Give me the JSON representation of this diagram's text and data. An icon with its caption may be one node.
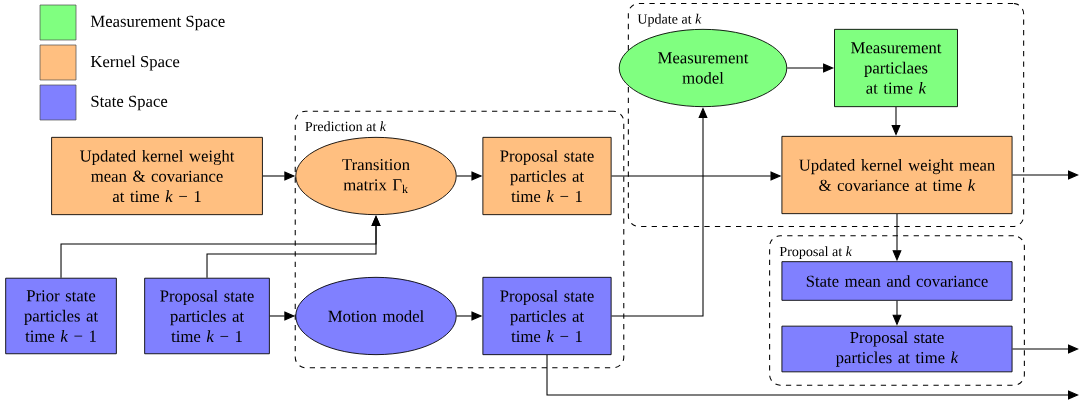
{
  "diagram": {
    "nodes": [
      {
        "text": [
          "Update at *k*"
        ]
      },
      {
        "text": [
          "Measurement model"
        ],
        "in": 0
      },
      {
        "text": [
          "Measurement particlaes at time *k*"
        ],
        "in": 0
      },
      {
        "text": [
          "Prediction at *k*"
        ]
      },
      {
        "text": [
          "Updated kernel weight mean & covariance at time *k* − 1"
        ]
      },
      {
        "text": [
          "Transition matrix Γ$_{k}$"
        ],
        "in": 3
      },
      {
        "text": [
          "Proposal state particles at time *k* − 1"
        ],
        "in": 3
      },
      {
        "text": [
          "Updated kernel weight mean & covariance at time *k*"
        ],
        "in": 0
      },
      {
        "text": [
          "Proposal at *k*"
        ]
      },
      {
        "text": [
          "State mean and covariance"
        ],
        "in": 8
      },
      {
        "text": [
          "Prior state particles at time *k* − 1"
        ]
      },
      {
        "text": [
          "Proposal state particles at time *k* − 1"
        ]
      },
      {
        "text": [
          "Motion model"
        ],
        "in": 3
      },
      {
        "text": [
          "Proposal state particles at time *k* − 1"
        ],
        "in": 3
      },
      {
        "text": [
          "Proposal state particles at time *k*"
        ],
        "in": 8
      }
    ],
    "edges": [
      {
        "from": 1,
        "to": 2,
        "arrow": "to"
      },
      {
        "from": 2,
        "to": 7,
        "arrow": "to"
      },
      {
        "from": 4,
        "to": 5,
        "arrow": "to"
      },
      {
        "from": 5,
        "to": 6,
        "arrow": "to"
      },
      {
        "from": 6,
        "to": 7,
        "arrow": "to"
      },
      {
        "from": 10,
        "to": 5,
        "arrow": "to"
      },
      {
        "from": 11,
        "to": 5,
        "arrow": "to"
      },
      {
        "from": 11,
        "to": 12,
        "arrow": "to"
      },
      {
        "from": 12,
        "to": 13,
        "arrow": "to"
      },
      {
        "from": 13,
        "to": 1,
        "arrow": "to"
      },
      {
        "from": 7,
        "to": 9,
        "arrow": "to"
      },
      {
        "from": 9,
        "to": 14,
        "arrow": "to"
      },
      {
        "from": 7,
        "to": null,
        "arrow": "to"
      },
      {
        "from": 14,
        "to": null,
        "arrow": "to"
      },
      {
        "from": 13,
        "to": null,
        "arrow": "to"
      }
    ],
    "legend": [
      {
        "text": "Measurement Space",
        "color": "#80ff80"
      },
      {
        "text": "Kernel Space",
        "color": "#ffbf80"
      },
      {
        "text": "State Space",
        "color": "#8080ff"
      }
    ]
  }
}
